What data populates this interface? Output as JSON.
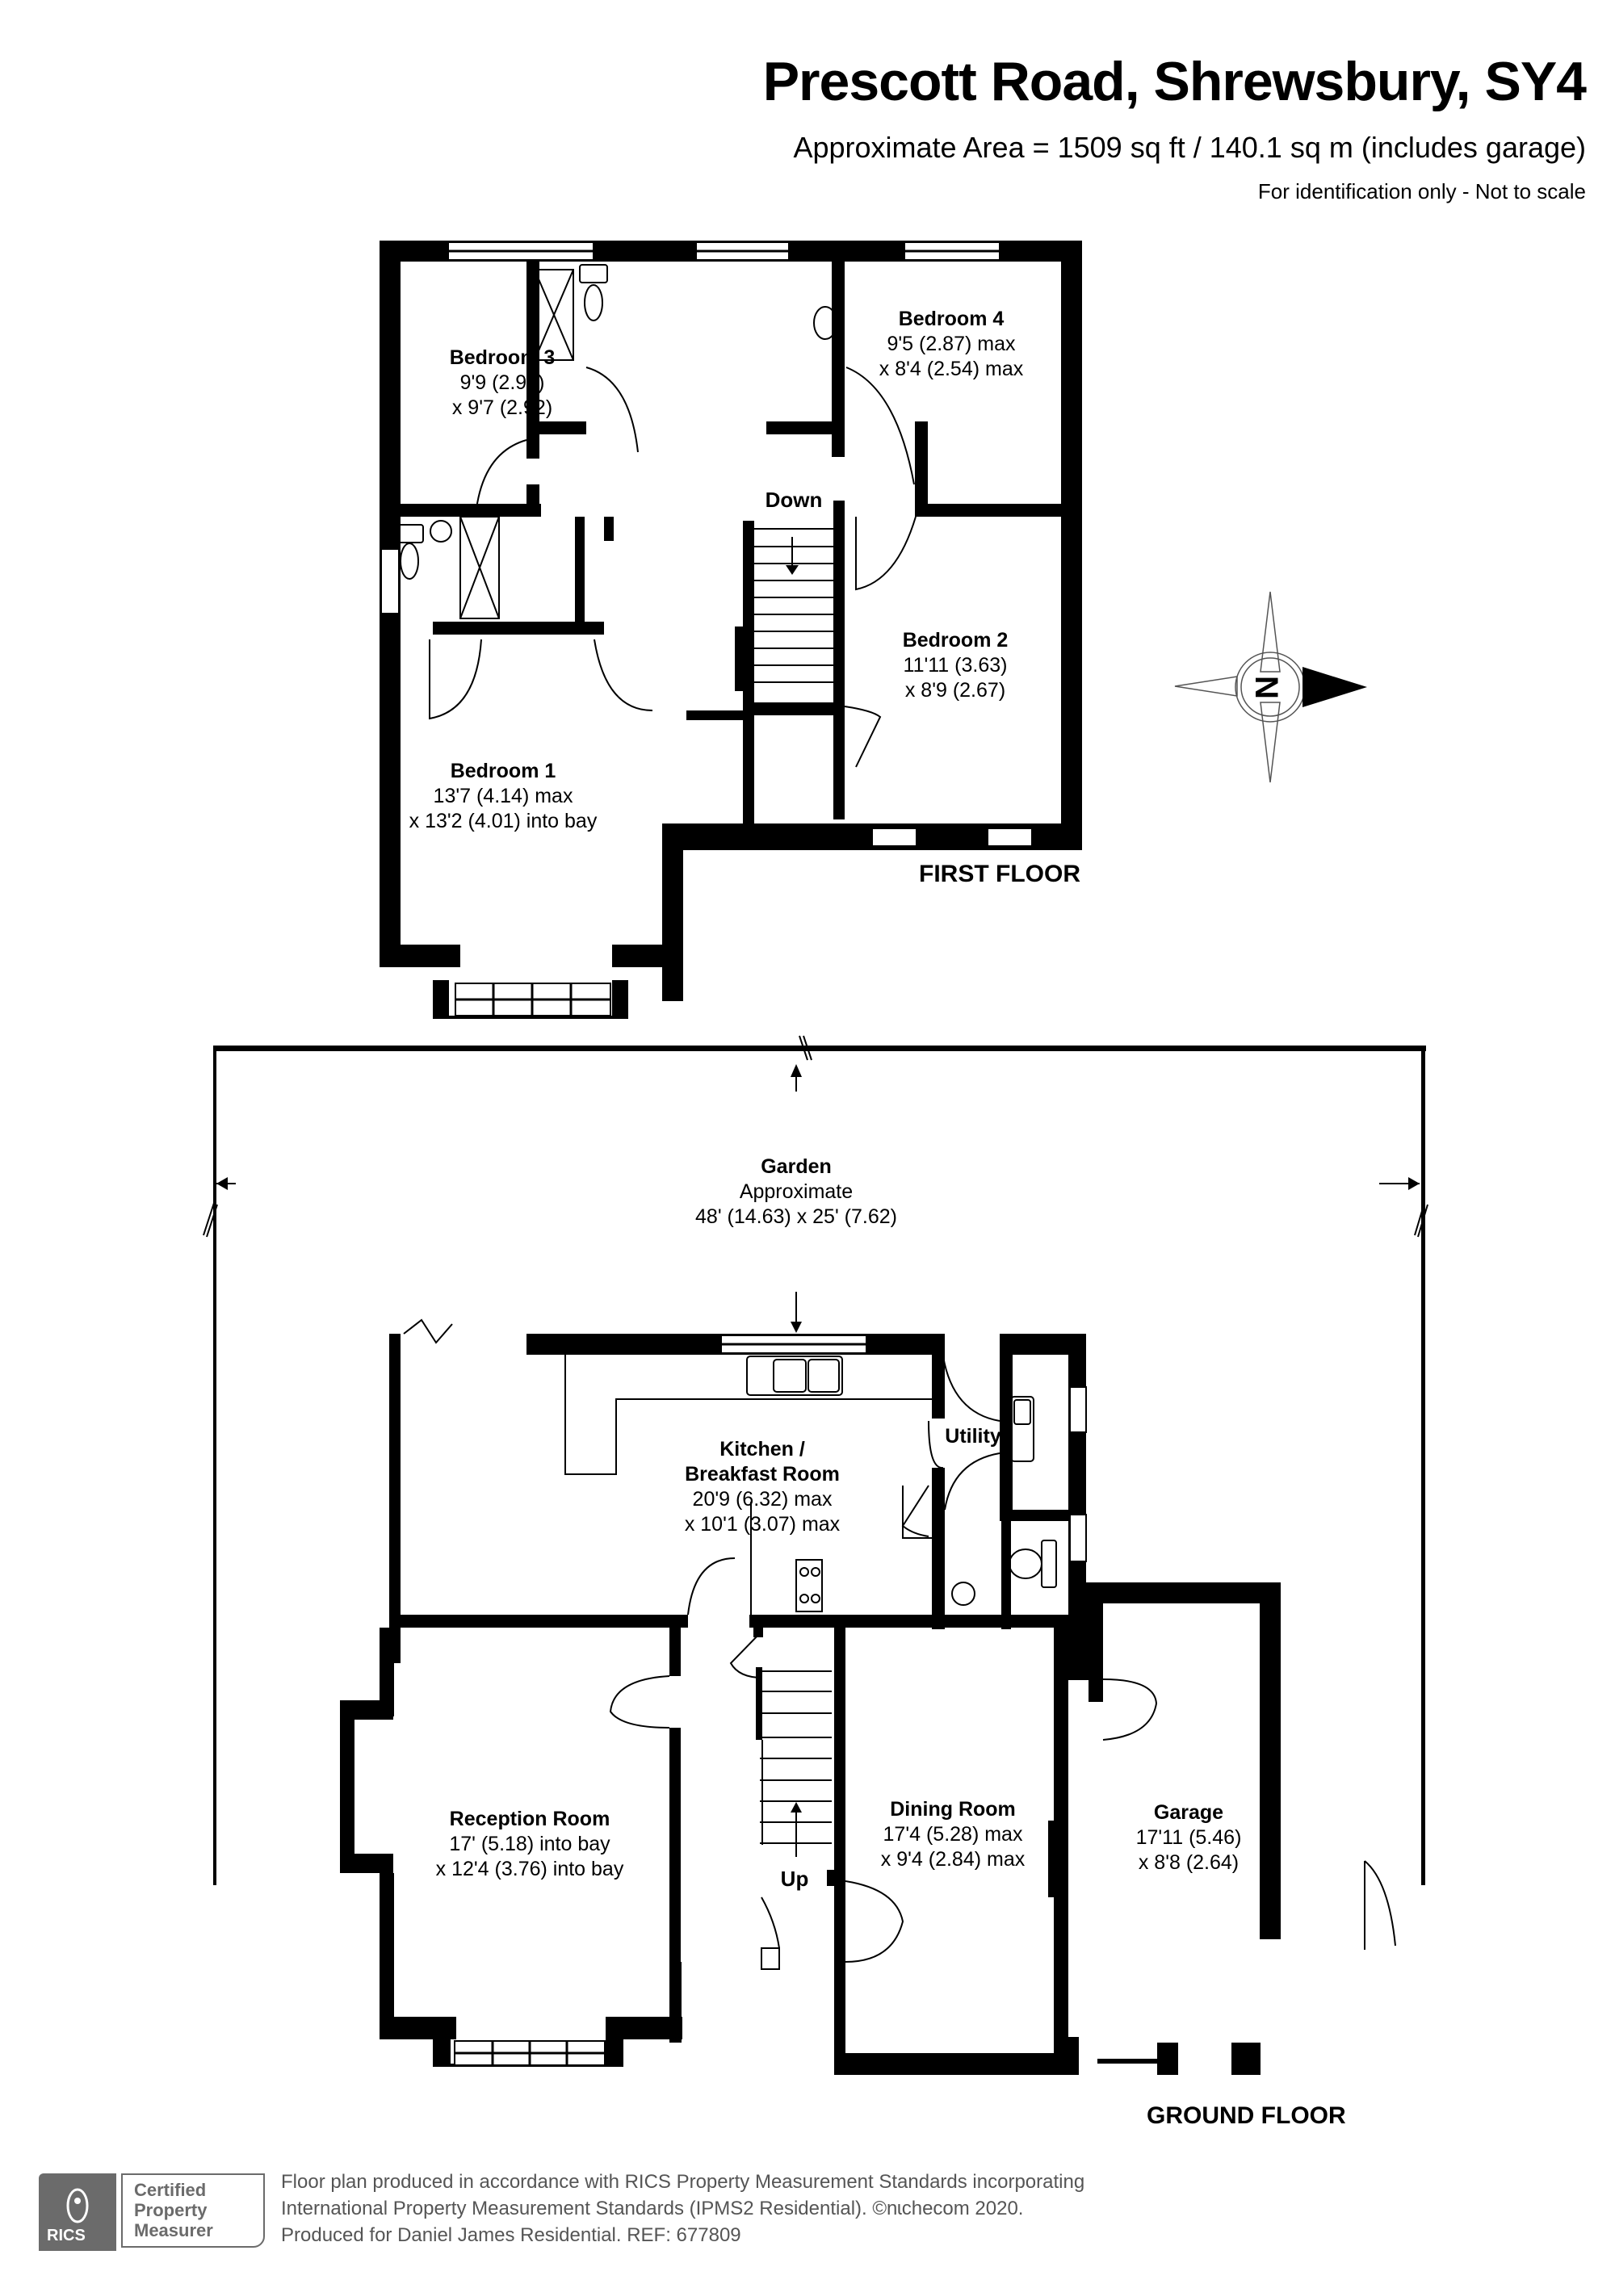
{
  "header": {
    "title": "Prescott Road, Shrewsbury, SY4",
    "area": "Approximate Area = 1509 sq ft / 140.1 sq m (includes garage)",
    "disclaimer": "For identification only - Not to scale"
  },
  "first_floor": {
    "label": "FIRST FLOOR",
    "stairs_label": "Down",
    "rooms": [
      {
        "name": "Bedroom 3",
        "dim1": "9'9 (2.97)",
        "dim2": "x 9'7 (2.92)"
      },
      {
        "name": "Bedroom 4",
        "dim1": "9'5 (2.87) max",
        "dim2": "x 8'4 (2.54) max"
      },
      {
        "name": "Bedroom 2",
        "dim1": "11'11 (3.63)",
        "dim2": "x 8'9 (2.67)"
      },
      {
        "name": "Bedroom 1",
        "dim1": "13'7 (4.14) max",
        "dim2": "x 13'2 (4.01) into bay"
      }
    ]
  },
  "compass": {
    "letter": "N",
    "icon": "compass-rose-icon",
    "pointing": "east"
  },
  "garden": {
    "name": "Garden",
    "dim1": "Approximate",
    "dim2": "48' (14.63) x 25' (7.62)"
  },
  "ground_floor": {
    "label": "GROUND FLOOR",
    "stairs_label": "Up",
    "rooms": [
      {
        "name": "Kitchen /",
        "name2": "Breakfast Room",
        "dim1": "20'9 (6.32) max",
        "dim2": "x 10'1 (3.07) max"
      },
      {
        "name": "Utility"
      },
      {
        "name": "Reception Room",
        "dim1": "17' (5.18) into bay",
        "dim2": "x 12'4 (3.76) into bay"
      },
      {
        "name": "Dining Room",
        "dim1": "17'4 (5.28) max",
        "dim2": "x 9'4 (2.84) max"
      },
      {
        "name": "Garage",
        "dim1": "17'11 (5.46)",
        "dim2": "x 8'8 (2.64)"
      }
    ]
  },
  "footer": {
    "badge_brand": "RICS",
    "badge_line1": "Certified",
    "badge_line2": "Property",
    "badge_line3": "Measurer",
    "line1": "Floor plan produced in accordance with RICS Property Measurement Standards incorporating",
    "line2": "International Property Measurement Standards (IPMS2 Residential).   ©nɩchecom 2020.",
    "line3": "Produced for Daniel James Residential.   REF: 677809"
  },
  "colors": {
    "wall": "#000000",
    "background": "#ffffff",
    "footer_gray": "#6b6b6b"
  }
}
